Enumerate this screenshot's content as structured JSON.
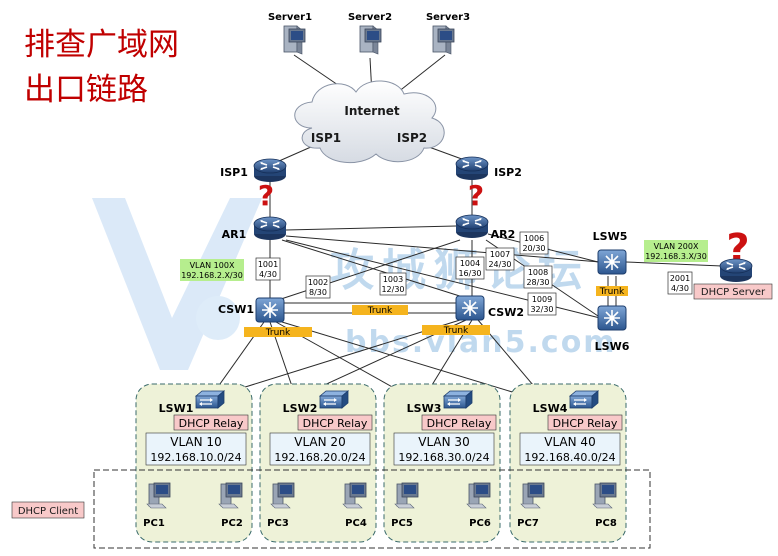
{
  "title_line1": "排查广域网",
  "title_line2": "出口链路",
  "watermark_main": "攻城狮论坛",
  "watermark_url": "bbs.vlan5.com",
  "labels": {
    "internet": "Internet",
    "isp1_cloud": "ISP1",
    "isp2_cloud": "ISP2",
    "server1": "Server1",
    "server2": "Server2",
    "server3": "Server3",
    "isp1": "ISP1",
    "isp2": "ISP2",
    "ar1": "AR1",
    "ar2": "AR2",
    "csw1": "CSW1",
    "csw2": "CSW2",
    "lsw5": "LSW5",
    "lsw6": "LSW6",
    "dhcp_server": "DHCP Server",
    "dhcp_client": "DHCP Client",
    "trunk": "Trunk",
    "question": "?"
  },
  "vlan100": {
    "line1": "VLAN 100X",
    "line2": "192.168.2.X/30"
  },
  "vlan200": {
    "line1": "VLAN 200X",
    "line2": "192.168.3.X/30"
  },
  "ports": [
    {
      "id": "1001",
      "net": "4/30"
    },
    {
      "id": "1002",
      "net": "8/30"
    },
    {
      "id": "1003",
      "net": "12/30"
    },
    {
      "id": "1004",
      "net": "16/30"
    },
    {
      "id": "1007",
      "net": "24/30"
    },
    {
      "id": "1006",
      "net": "20/30"
    },
    {
      "id": "1008",
      "net": "28/30"
    },
    {
      "id": "1009",
      "net": "32/30"
    },
    {
      "id": "2001",
      "net": "4/30"
    }
  ],
  "access": [
    {
      "name": "LSW1",
      "relay": "DHCP Relay",
      "vlan": "VLAN 10",
      "subnet": "192.168.10.0/24",
      "pc_a": "PC1",
      "pc_b": "PC2"
    },
    {
      "name": "LSW2",
      "relay": "DHCP Relay",
      "vlan": "VLAN 20",
      "subnet": "192.168.20.0/24",
      "pc_a": "PC3",
      "pc_b": "PC4"
    },
    {
      "name": "LSW3",
      "relay": "DHCP Relay",
      "vlan": "VLAN 30",
      "subnet": "192.168.30.0/24",
      "pc_a": "PC5",
      "pc_b": "PC6"
    },
    {
      "name": "LSW4",
      "relay": "DHCP Relay",
      "vlan": "VLAN 40",
      "subnet": "192.168.40.0/24",
      "pc_a": "PC7",
      "pc_b": "PC8"
    }
  ],
  "colors": {
    "title": "#c00000",
    "router": "#2f5b93",
    "switch": "#3b6aa8",
    "trunk": "#f5b41e",
    "relay_fill": "#f8c9c9",
    "vlan_green": "#b6ee8e",
    "group_fill": "#eef2d8",
    "question": "#cc1111",
    "watermark": "#2f80c8"
  }
}
